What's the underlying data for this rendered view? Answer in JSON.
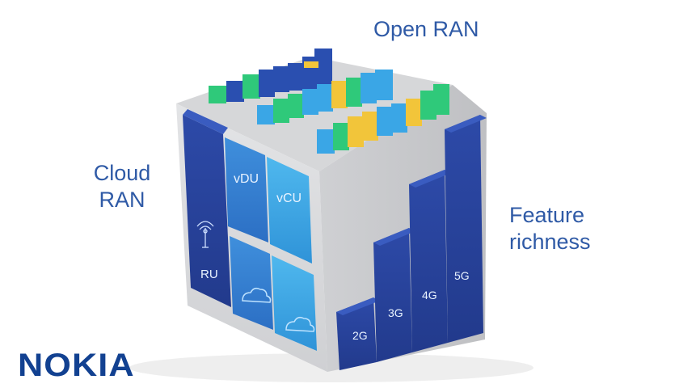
{
  "labels": {
    "top": "Open RAN",
    "left_line1": "Cloud",
    "left_line2": "RAN",
    "right_line1": "Feature",
    "right_line2": "richness"
  },
  "tiles": {
    "vdu": "vDU",
    "vcu": "vCU",
    "ru": "RU"
  },
  "generations": [
    "2G",
    "3G",
    "4G",
    "5G"
  ],
  "logo": "NOKIA",
  "colors": {
    "text_blue": "#2f5aa6",
    "nokia_blue": "#124191",
    "dark_blue": "#273f9a",
    "light_blue": "#3aa6e6",
    "green": "#2fc97a",
    "yellow": "#f2c53a",
    "cube_gray": "#cfcfd1"
  }
}
